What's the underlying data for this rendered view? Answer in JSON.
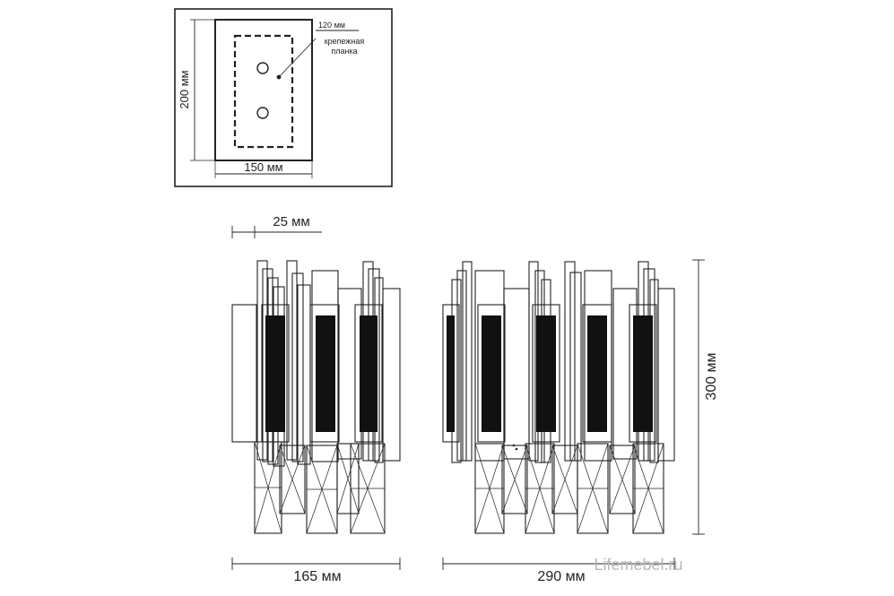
{
  "colors": {
    "line": "#222222",
    "dark": "#111111",
    "watermark": "#b8b8b8"
  },
  "mounting": {
    "height_label": "200 мм",
    "width_label": "150 мм",
    "bracket_width_label": "120 мм",
    "bracket_name_line1": "крепежная",
    "bracket_name_line2": "планка"
  },
  "dimensions": {
    "depth_offset_label": "25 мм",
    "side_width_label": "165 мм",
    "front_width_label": "290 мм",
    "height_label": "300 мм"
  },
  "watermark": "Lifemebel.ru"
}
